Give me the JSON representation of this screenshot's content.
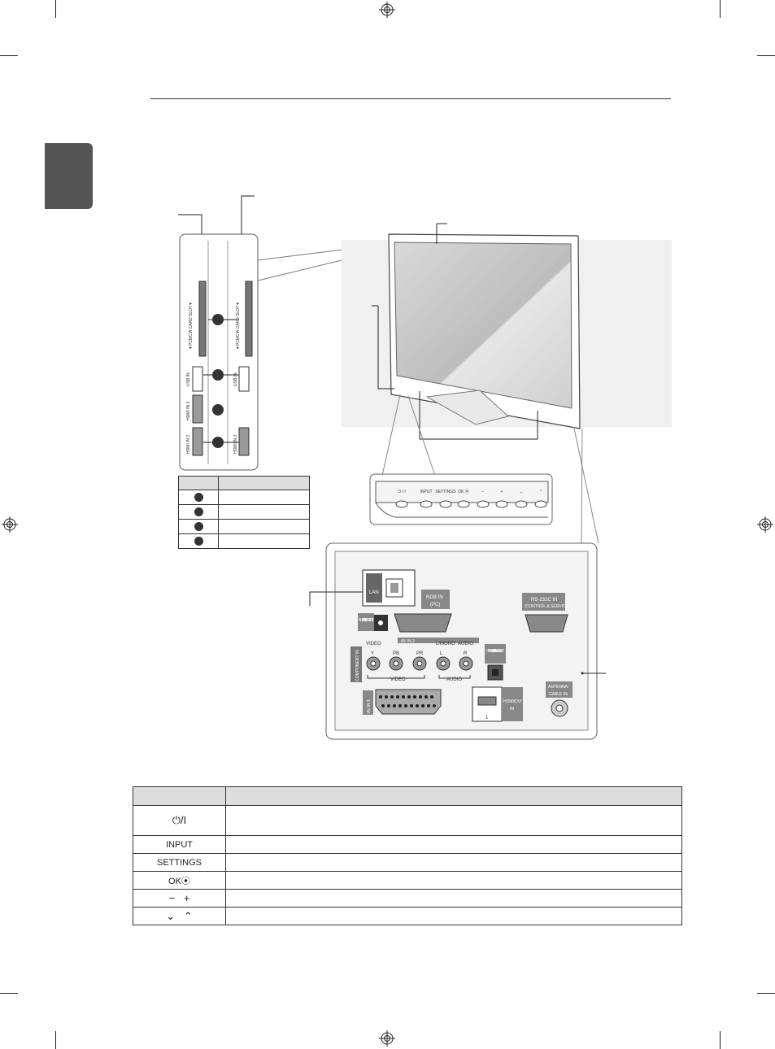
{
  "side_panel": {
    "slot_label": "▼PCMCIA CARD SLOT▼",
    "usb_label": "USB IN",
    "hdmi3_label": "HDMI IN 3",
    "hdmi2_label": "HDMI IN 2"
  },
  "keypad": {
    "labels": [
      "⏻ / I",
      "INPUT",
      "SETTINGS",
      "OK ⦿",
      "−",
      "+",
      "⌄",
      "⌃"
    ]
  },
  "rear_panel": {
    "lan": "LAN",
    "rgb_in": "RGB IN",
    "rgb_pc": "(PC)",
    "rs232_line1": "RS-232C IN",
    "rs232_line2": "(CONTROL & SERVICE)",
    "audio_in_label": "AUDIO IN (RGB/DVI)",
    "av_in_2": "AV IN 2",
    "video_top": "VIDEO",
    "l_mono": "L/MONO",
    "audio_top": "AUDIO",
    "component_in": "COMPONENT IN",
    "y": "Y",
    "pb": "PB",
    "pr": "PR",
    "l": "L",
    "r": "R",
    "video_bottom": "VIDEO",
    "audio_bottom": "AUDIO",
    "optical": "OPTICAL DIGITAL AUDIO OUT",
    "antenna_line1": "ANTENNA/",
    "antenna_line2": "CABLE IN",
    "av_in_1": "AV IN 1",
    "hdmi_dvi_line1": "HDMI/DVI",
    "hdmi_dvi_line2": "IN",
    "hdmi_number": "1"
  },
  "button_table": {
    "rows": [
      "⏻/I",
      "INPUT",
      "SETTINGS",
      "OK⦿",
      "−   +",
      "⌄   ⌃"
    ]
  }
}
